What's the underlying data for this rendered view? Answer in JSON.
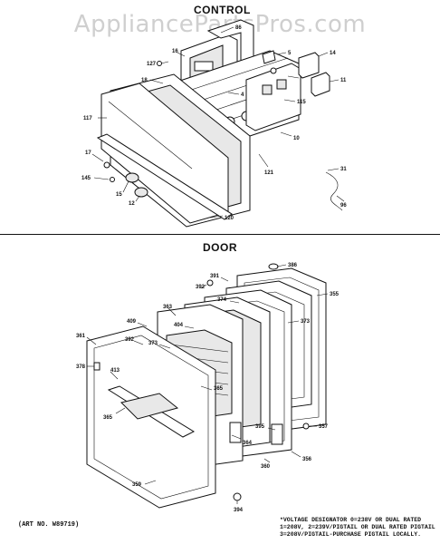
{
  "watermark": "AppliancePartsPros.com",
  "control": {
    "title": "CONTROL",
    "labels": [
      "86",
      "5",
      "14",
      "11",
      "127",
      "16",
      "18",
      "4",
      "115",
      "117",
      "17",
      "145",
      "15",
      "12",
      "10",
      "121",
      "31",
      "96",
      "120"
    ]
  },
  "door": {
    "title": "DOOR",
    "labels": [
      "392",
      "386",
      "391",
      "374",
      "355",
      "373",
      "363",
      "404",
      "409",
      "361",
      "392",
      "373",
      "378",
      "413",
      "365",
      "357",
      "395",
      "356",
      "359",
      "394",
      "360",
      "364",
      "365"
    ]
  },
  "footer": {
    "art_no": "(ART NO. W89719)",
    "notes": [
      "*VOLTAGE DESIGNATOR 0=238V OR DUAL RATED",
      "1=208V, 2=239V/PIGTAIL OR DUAL RATED PIGTAIL",
      "3=208V/PIGTAIL-PURCHASE PIGTAIL LOCALLY."
    ]
  }
}
